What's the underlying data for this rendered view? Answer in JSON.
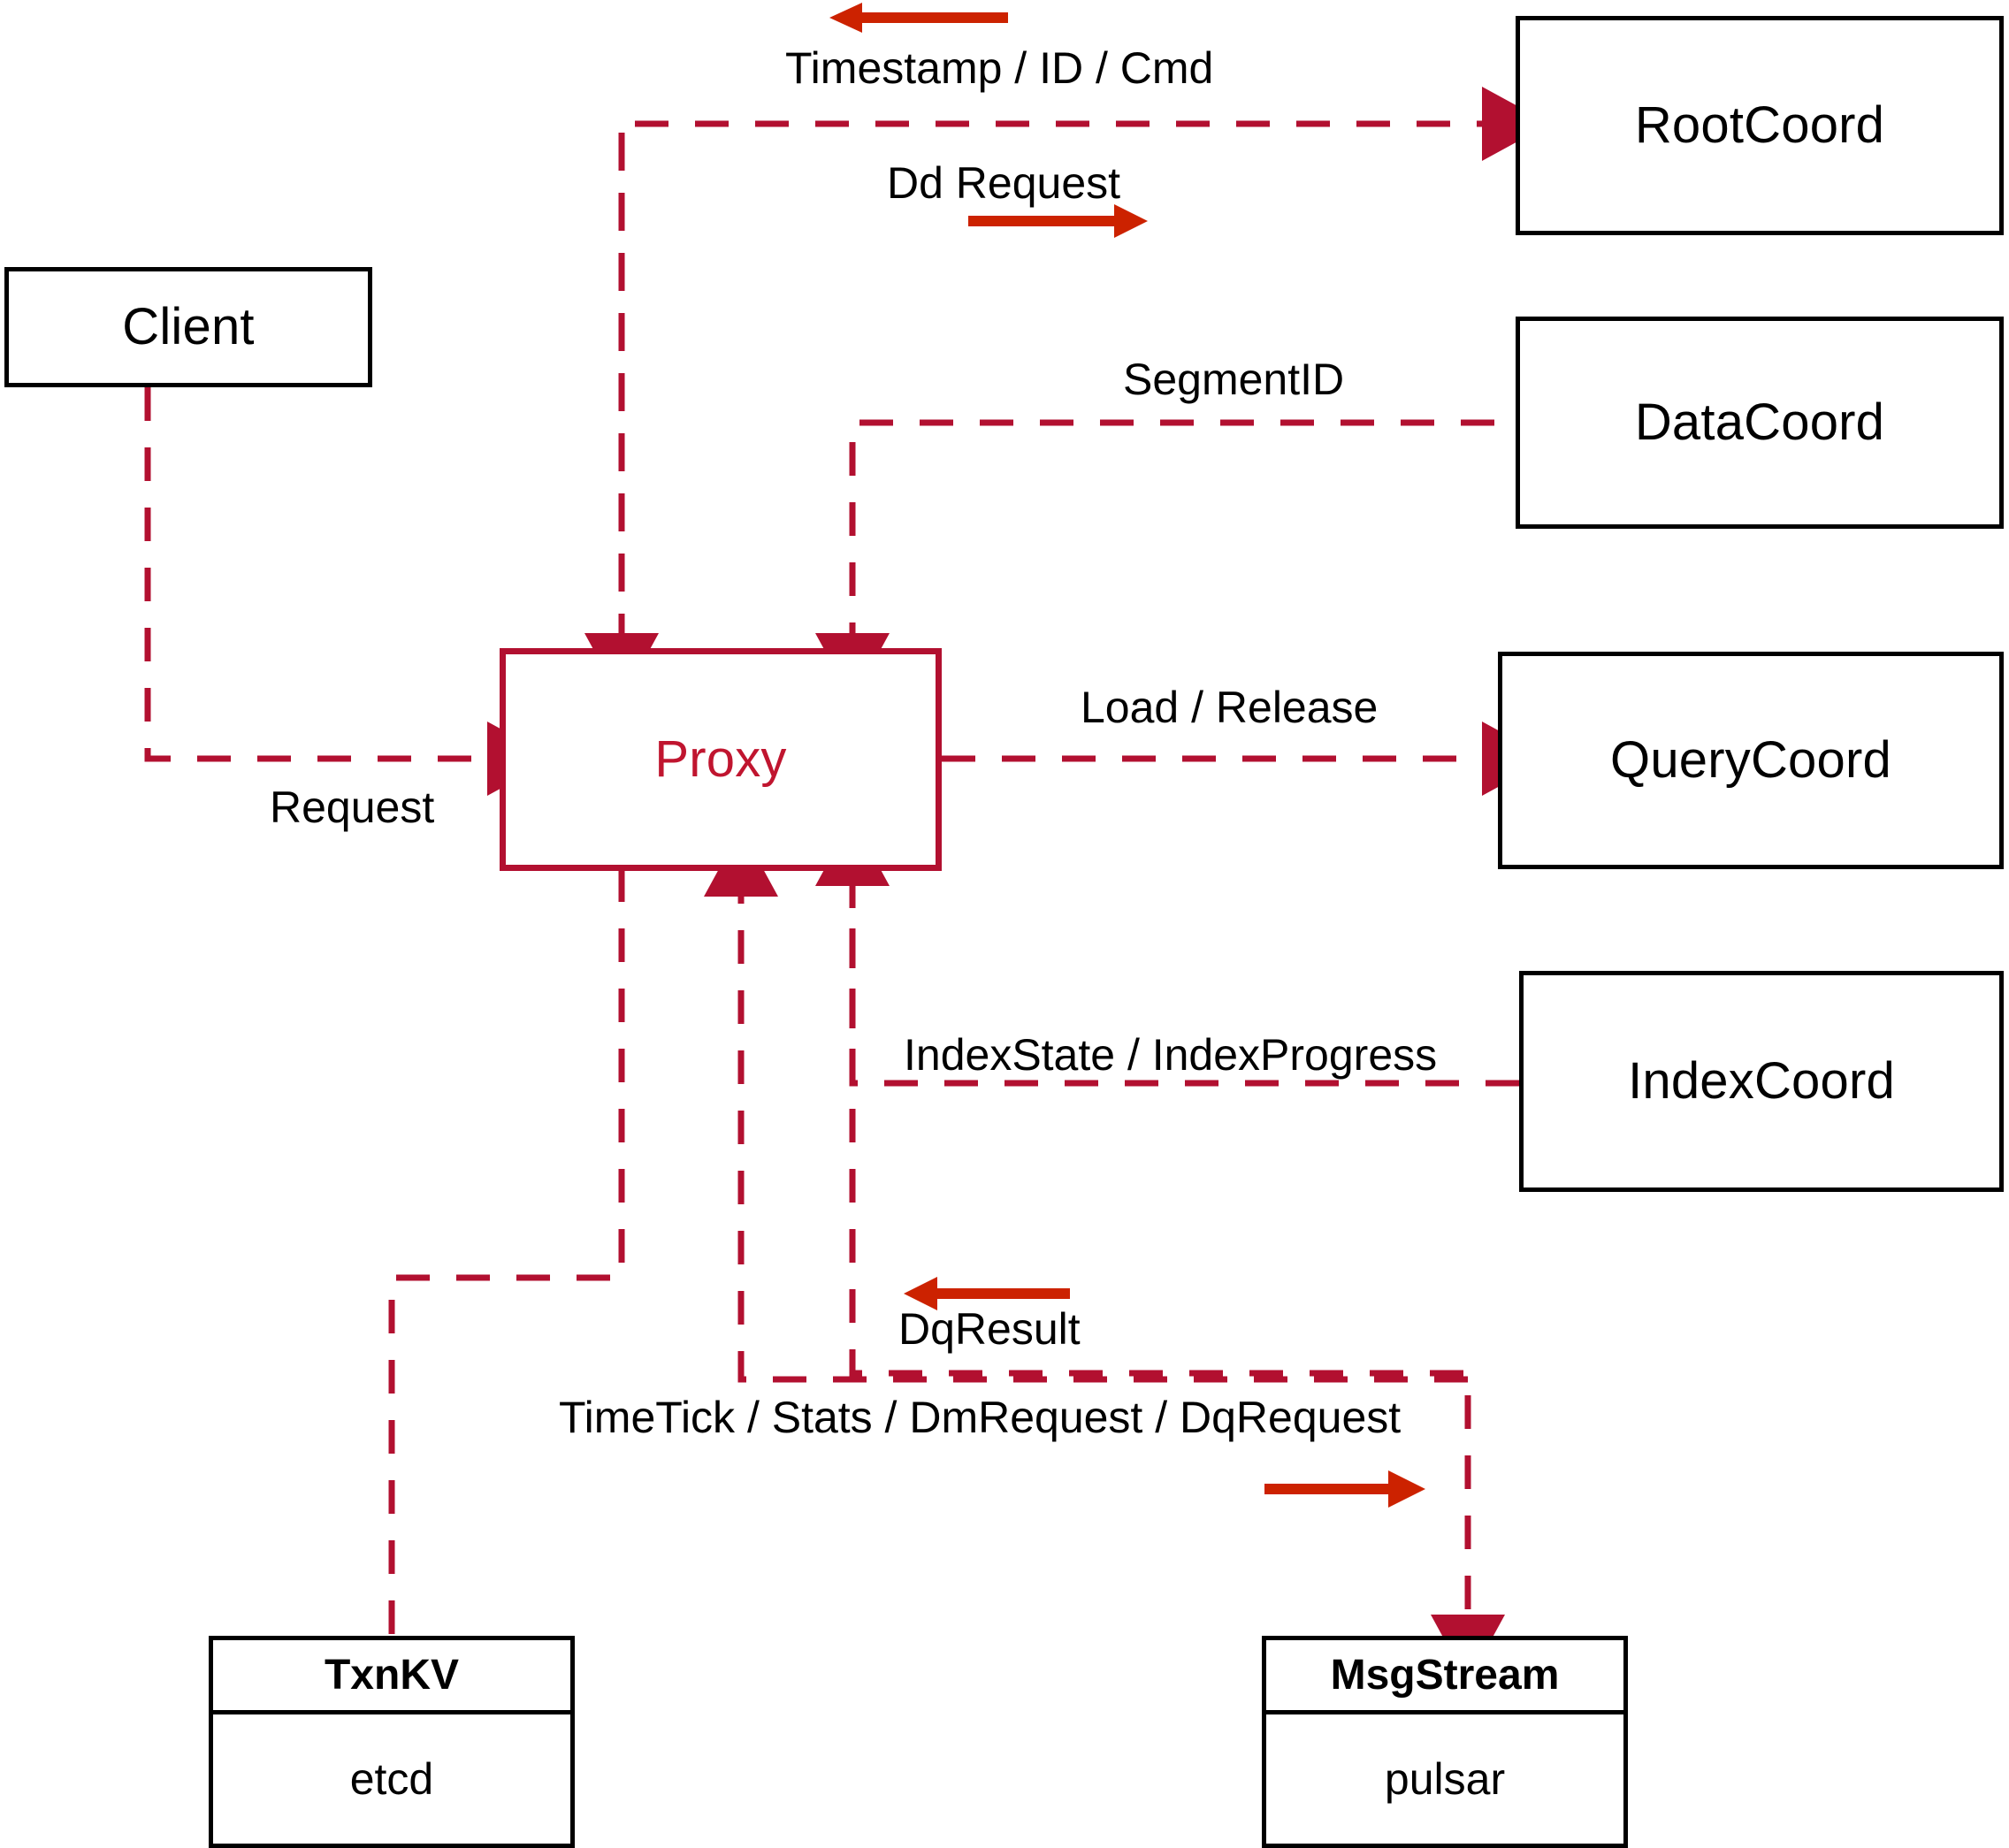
{
  "diagram": {
    "title": "Proxy component interaction diagram",
    "colors": {
      "dark_red_line": "#B21030",
      "bright_red_arrow": "#CC2200",
      "node_border": "#000000",
      "proxy_border": "#B21030",
      "proxy_text": "#C0152F",
      "background": "#FFFFFF"
    },
    "nodes": {
      "client": {
        "label": "Client"
      },
      "proxy": {
        "label": "Proxy"
      },
      "root_coord": {
        "label": "RootCoord"
      },
      "data_coord": {
        "label": "DataCoord"
      },
      "query_coord": {
        "label": "QueryCoord"
      },
      "index_coord": {
        "label": "IndexCoord"
      },
      "txn_kv": {
        "head": "TxnKV",
        "body": "etcd"
      },
      "msg_stream": {
        "head": "MsgStream",
        "body": "pulsar"
      }
    },
    "edges": [
      {
        "id": "timestamp-id-cmd",
        "label": "Timestamp / ID / Cmd",
        "from": "RootCoord",
        "to": "Proxy",
        "direction": "left"
      },
      {
        "id": "dd-request",
        "label": "Dd Request",
        "from": "Proxy",
        "to": "RootCoord",
        "direction": "right"
      },
      {
        "id": "segment-id",
        "label": "SegmentID",
        "from": "DataCoord",
        "to": "Proxy",
        "direction": "left"
      },
      {
        "id": "load-release",
        "label": "Load / Release",
        "from": "Proxy",
        "to": "QueryCoord",
        "direction": "right"
      },
      {
        "id": "index-state",
        "label": "IndexState / IndexProgress",
        "from": "IndexCoord",
        "to": "Proxy",
        "direction": "left"
      },
      {
        "id": "request",
        "label": "Request",
        "from": "Client",
        "to": "Proxy",
        "direction": "right"
      },
      {
        "id": "dq-result",
        "label": "DqResult",
        "from": "MsgStream",
        "to": "Proxy",
        "direction": "left"
      },
      {
        "id": "stream-request",
        "label": "TimeTick / Stats / DmRequest / DqRequest",
        "from": "Proxy",
        "to": "MsgStream",
        "direction": "right"
      },
      {
        "id": "txnkv-link",
        "label": "",
        "from": "Proxy",
        "to": "TxnKV",
        "direction": "down"
      }
    ]
  }
}
